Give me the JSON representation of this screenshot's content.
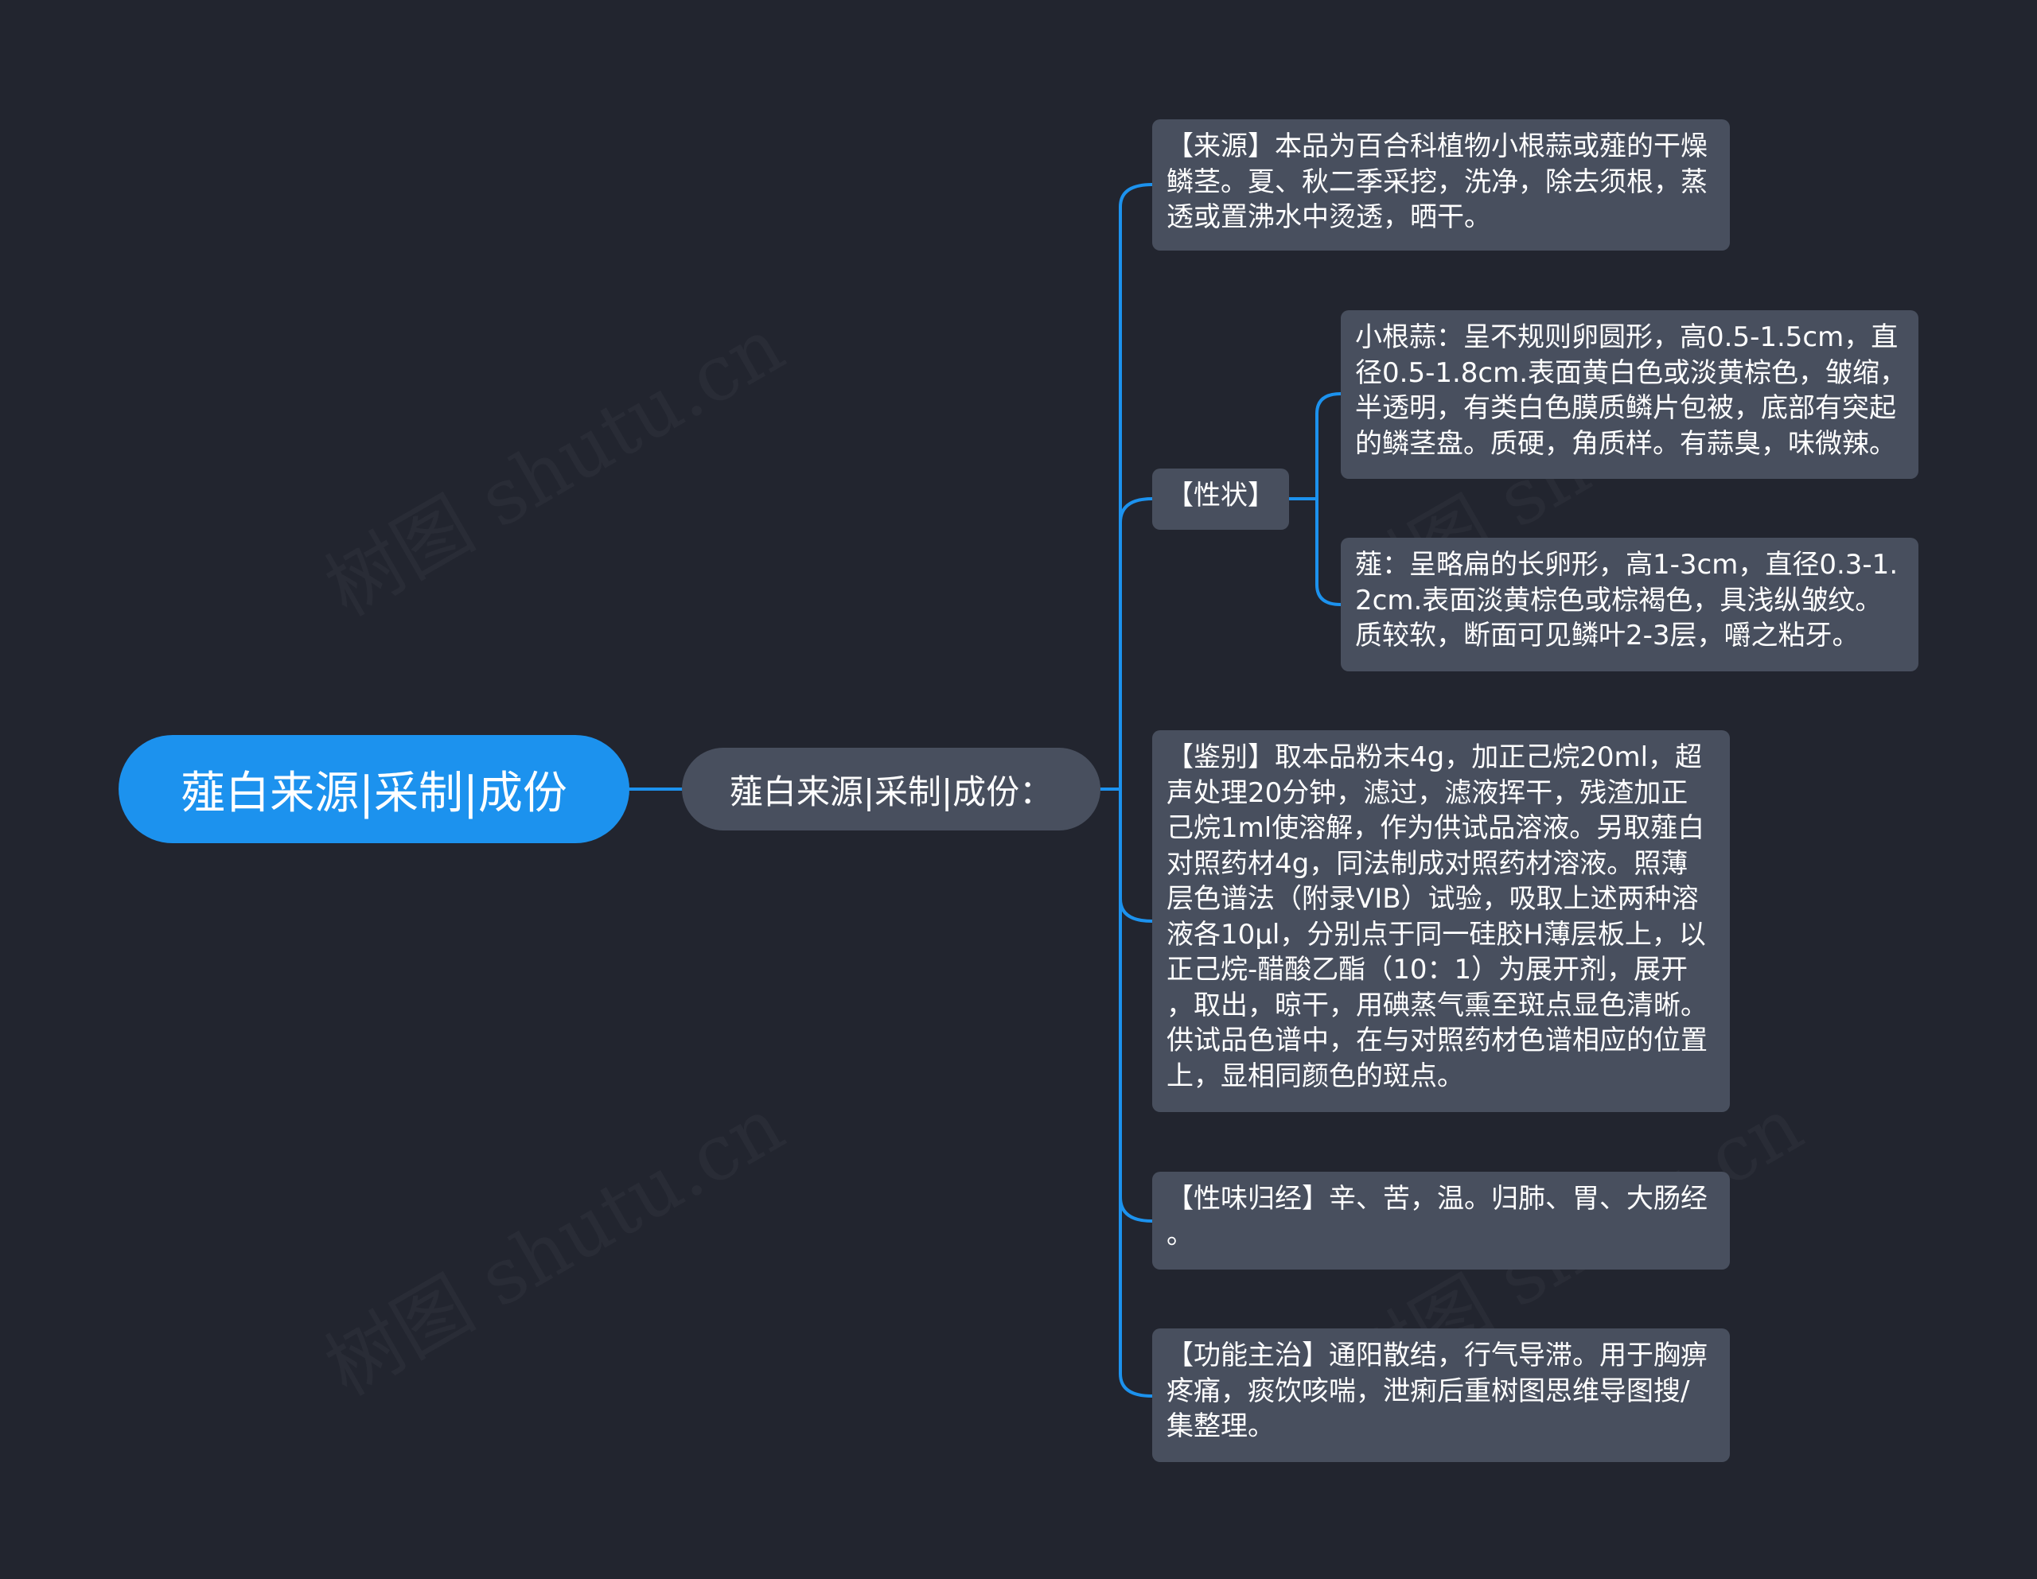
{
  "root": {
    "label": "薤白来源|采制|成份"
  },
  "sub": {
    "label": "薤白来源|采制|成份："
  },
  "branches": {
    "source": {
      "text": "【来源】本品为百合科植物小根蒜或薤的干燥\n鳞茎。夏、秋二季采挖，洗净，除去须根，蒸\n透或置沸水中烫透，晒干。"
    },
    "traits": {
      "label": "【性状】",
      "children": [
        {
          "text": "小根蒜：呈不规则卵圆形，高0.5-1.5cm，直\n径0.5-1.8cm.表面黄白色或淡黄棕色，皱缩，\n半透明，有类白色膜质鳞片包被，底部有突起\n的鳞茎盘。质硬，角质样。有蒜臭，味微辣。"
        },
        {
          "text": "薤：呈略扁的长卵形，高1-3cm，直径0.3-1.\n2cm.表面淡黄棕色或棕褐色，具浅纵皱纹。\n质较软，断面可见鳞叶2-3层，嚼之粘牙。"
        }
      ]
    },
    "identification": {
      "text": "【鉴别】取本品粉末4g，加正己烷20ml，超\n声处理20分钟，滤过，滤液挥干，残渣加正\n己烷1ml使溶解，作为供试品溶液。另取薤白\n对照药材4g，同法制成对照药材溶液。照薄\n层色谱法（附录VIB）试验，吸取上述两种溶\n液各10μl，分别点于同一硅胶H薄层板上，以\n正己烷-醋酸乙酯（10：1）为展开剂，展开\n，取出，晾干，用碘蒸气熏至斑点显色清晰。\n供试品色谱中，在与对照药材色谱相应的位置\n上，显相同颜色的斑点。"
    },
    "meridian": {
      "text": "【性味归经】辛、苦，温。归肺、胃、大肠经\n。"
    },
    "function": {
      "text": "【功能主治】通阳散结，行气导滞。用于胸痹\n疼痛，痰饮咳喘，泄痢后重树图思维导图搜/\n集整理。"
    }
  },
  "watermark": "树图 shutu.cn",
  "colors": {
    "background": "#22252f",
    "root_fill": "#1c92ee",
    "node_fill": "#484f5e",
    "connector": "#1c92ee",
    "text": "#ffffff"
  }
}
